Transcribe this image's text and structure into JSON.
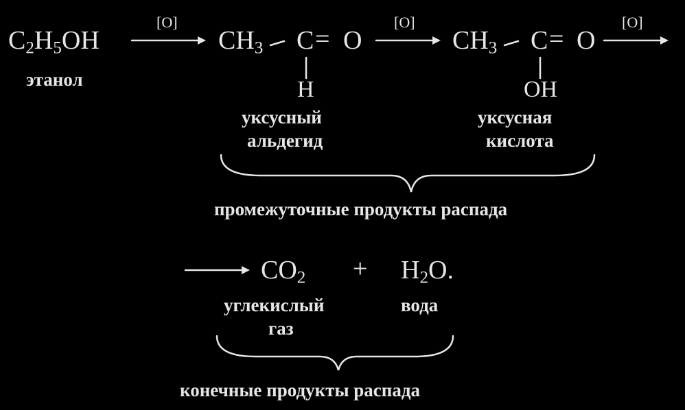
{
  "ethanol": {
    "formula_c": "C",
    "sub_c": "2",
    "formula_h": "H",
    "sub_h": "5",
    "formula_oh": "OH",
    "name": "этанол"
  },
  "oxidant": "[O]",
  "acetaldehyde": {
    "ch": "CH",
    "ch_sub": "3",
    "c": "C",
    "eq": "=",
    "o": "O",
    "h": "H",
    "name_line1": "уксусный",
    "name_line2": "альдегид"
  },
  "acetic_acid": {
    "ch": "CH",
    "ch_sub": "3",
    "c": "C",
    "eq": "=",
    "o": "O",
    "oh": "OH",
    "name_line1": "уксусная",
    "name_line2": "кислота"
  },
  "intermediate_label": "промежуточные продукты распада",
  "co2": {
    "formula": "CO",
    "sub": "2",
    "name_line1": "углекислый",
    "name_line2": "газ"
  },
  "plus": "+",
  "water": {
    "h": "H",
    "sub": "2",
    "tail": "O.",
    "name": "вода"
  },
  "final_label": "конечные продукты распада"
}
